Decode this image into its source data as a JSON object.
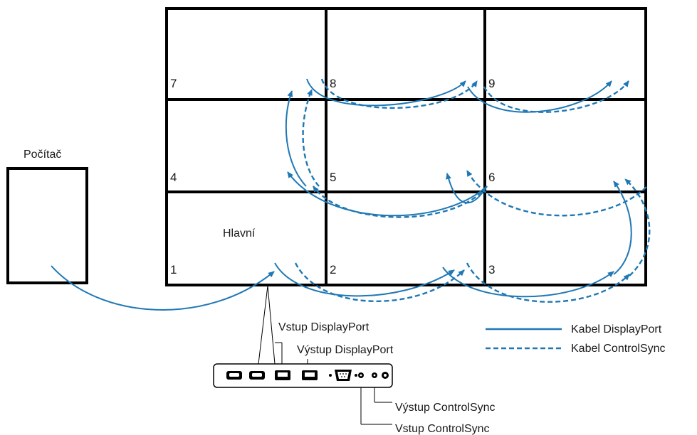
{
  "computer": {
    "label": "Počítač"
  },
  "wall": {
    "main_label": "Hlavní",
    "panels": [
      {
        "number": "1"
      },
      {
        "number": "2"
      },
      {
        "number": "3"
      },
      {
        "number": "4"
      },
      {
        "number": "5"
      },
      {
        "number": "6"
      },
      {
        "number": "7"
      },
      {
        "number": "8"
      },
      {
        "number": "9"
      }
    ]
  },
  "ports": {
    "displayport_in": "Vstup DisplayPort",
    "displayport_out": "Výstup DisplayPort",
    "controlsync_out": "Výstup ControlSync",
    "controlsync_in": "Vstup ControlSync"
  },
  "legend": {
    "solid_label": "Kabel DisplayPort",
    "dashed_label": "Kabel ControlSync"
  },
  "colors": {
    "cable": "#1f78b4",
    "frame": "#000000"
  }
}
